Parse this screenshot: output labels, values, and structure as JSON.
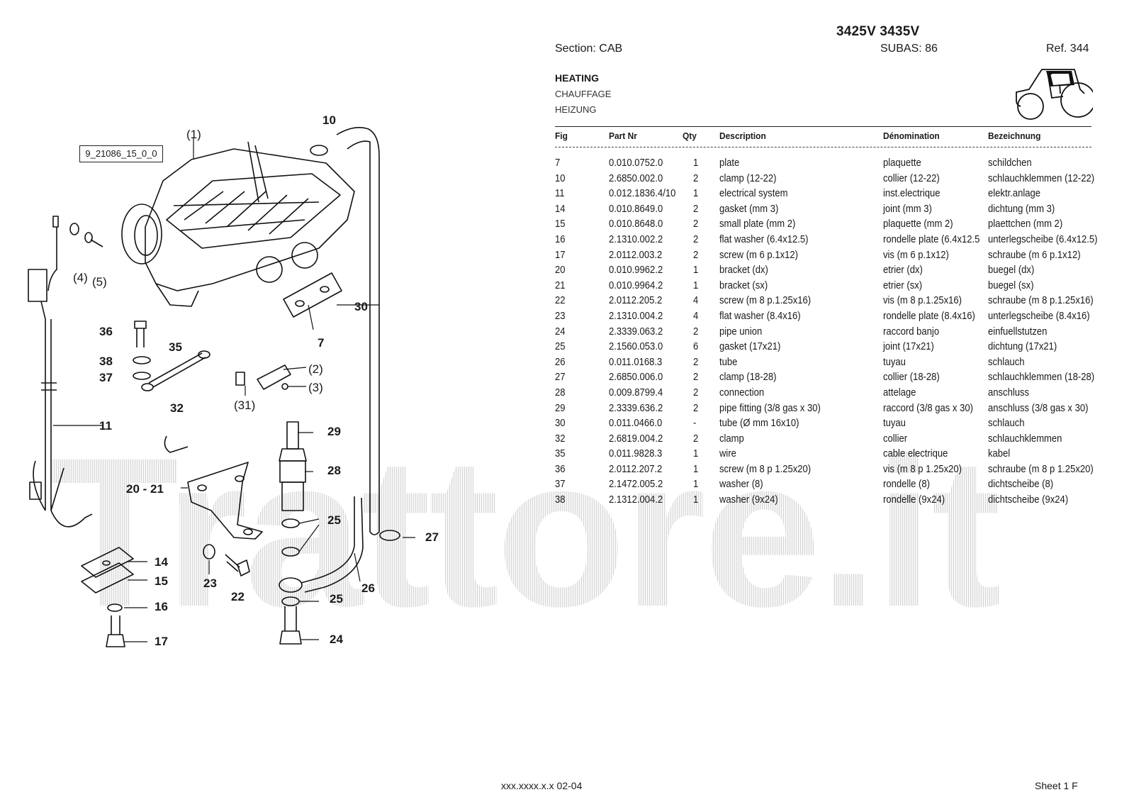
{
  "header": {
    "model": "3425V 3435V",
    "section": "Section: CAB",
    "subas": "SUBAS: 86",
    "ref": "Ref. 344"
  },
  "title": {
    "en": "HEATING",
    "fr": "CHAUFFAGE",
    "de": "HEIZUNG"
  },
  "table": {
    "columns": [
      "Fig",
      "Part Nr",
      "Qty",
      "Description",
      "Dénomination",
      "Bezeichnung"
    ],
    "rows": [
      [
        "7",
        "0.010.0752.0",
        "1",
        "plate",
        "plaquette",
        "schildchen"
      ],
      [
        "10",
        "2.6850.002.0",
        "2",
        "clamp (12-22)",
        "collier (12-22)",
        "schlauchklemmen (12-22)"
      ],
      [
        "11",
        "0.012.1836.4/10",
        "1",
        "electrical system",
        "inst.electrique",
        "elektr.anlage"
      ],
      [
        "14",
        "0.010.8649.0",
        "2",
        "gasket (mm 3)",
        "joint (mm 3)",
        "dichtung (mm 3)"
      ],
      [
        "15",
        "0.010.8648.0",
        "2",
        "small plate (mm 2)",
        "plaquette (mm 2)",
        "plaettchen (mm 2)"
      ],
      [
        "16",
        "2.1310.002.2",
        "2",
        "flat washer (6.4x12.5)",
        "rondelle plate (6.4x12.5",
        "unterlegscheibe (6.4x12.5)"
      ],
      [
        "17",
        "2.0112.003.2",
        "2",
        "screw (m 6 p.1x12)",
        "vis (m 6 p.1x12)",
        "schraube (m 6 p.1x12)"
      ],
      [
        "20",
        "0.010.9962.2",
        "1",
        "bracket (dx)",
        "etrier (dx)",
        "buegel (dx)"
      ],
      [
        "21",
        "0.010.9964.2",
        "1",
        "bracket (sx)",
        "etrier (sx)",
        "buegel (sx)"
      ],
      [
        "22",
        "2.0112.205.2",
        "4",
        "screw (m 8 p.1.25x16)",
        "vis (m 8 p.1.25x16)",
        "schraube (m 8 p.1.25x16)"
      ],
      [
        "23",
        "2.1310.004.2",
        "4",
        "flat washer (8.4x16)",
        "rondelle plate (8.4x16)",
        "unterlegscheibe (8.4x16)"
      ],
      [
        "24",
        "2.3339.063.2",
        "2",
        "pipe union",
        "raccord banjo",
        "einfuellstutzen"
      ],
      [
        "25",
        "2.1560.053.0",
        "6",
        "gasket (17x21)",
        "joint (17x21)",
        "dichtung (17x21)"
      ],
      [
        "26",
        "0.011.0168.3",
        "2",
        "tube",
        "tuyau",
        "schlauch"
      ],
      [
        "27",
        "2.6850.006.0",
        "2",
        "clamp (18-28)",
        "collier (18-28)",
        "schlauchklemmen (18-28)"
      ],
      [
        "28",
        "0.009.8799.4",
        "2",
        "connection",
        "attelage",
        "anschluss"
      ],
      [
        "29",
        "2.3339.636.2",
        "2",
        "pipe fitting (3/8 gas x 30)",
        "raccord (3/8 gas x 30)",
        "anschluss (3/8 gas x 30)"
      ],
      [
        "30",
        "0.011.0466.0",
        "-",
        "tube (Ø mm 16x10)",
        "tuyau",
        "schlauch"
      ],
      [
        "32",
        "2.6819.004.2",
        "2",
        "clamp",
        "collier",
        "schlauchklemmen"
      ],
      [
        "35",
        "0.011.9828.3",
        "1",
        "wire",
        "cable electrique",
        "kabel"
      ],
      [
        "36",
        "2.0112.207.2",
        "1",
        "screw (m 8 p 1.25x20)",
        "vis (m 8 p 1.25x20)",
        "schraube (m 8 p 1.25x20)"
      ],
      [
        "37",
        "2.1472.005.2",
        "1",
        "washer (8)",
        "rondelle (8)",
        "dichtscheibe (8)"
      ],
      [
        "38",
        "2.1312.004.2",
        "1",
        "washer (9x24)",
        "rondelle (9x24)",
        "dichtscheibe (9x24)"
      ]
    ]
  },
  "diagram": {
    "ref_code": "9_21086_15_0_0",
    "callouts": [
      "(1)",
      "10",
      "(4)",
      "(5)",
      "30",
      "7",
      "36",
      "35",
      "38",
      "37",
      "(2)",
      "(3)",
      "(31)",
      "11",
      "32",
      "29",
      "28",
      "20 - 21",
      "25",
      "27",
      "14",
      "15",
      "23",
      "22",
      "26",
      "25",
      "16",
      "17",
      "24"
    ]
  },
  "watermark": "Trattore.it",
  "footer": {
    "code": "xxx.xxxx.x.x  02-04",
    "sheet": "Sheet 1 F"
  }
}
